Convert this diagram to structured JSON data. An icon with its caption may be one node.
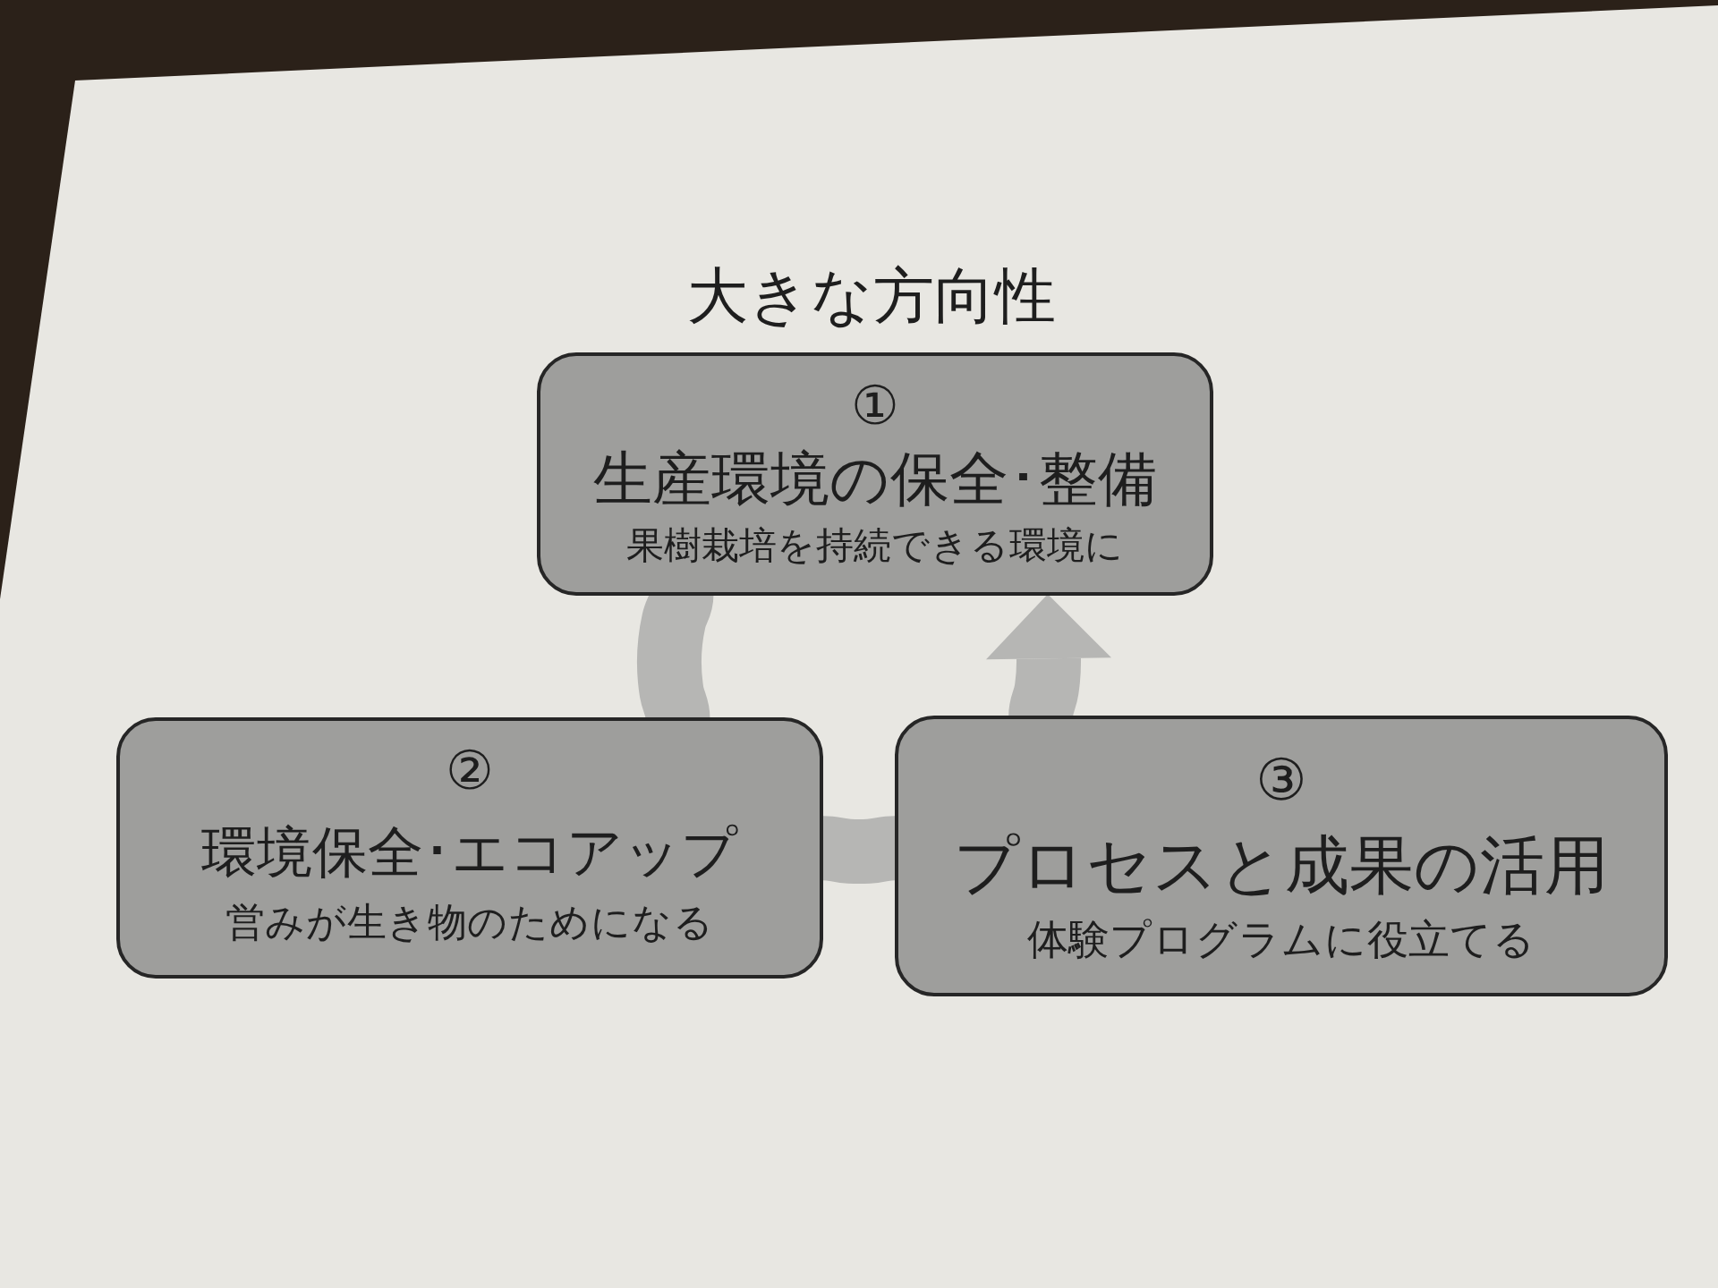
{
  "diagram": {
    "title": "大きな方向性",
    "nodes": [
      {
        "text": [
          "①",
          "生産環境の保全･整備",
          "果樹栽培を持続できる環境に"
        ]
      },
      {
        "text": [
          "②",
          "環境保全･エコアップ",
          "営みが生き物のためになる"
        ]
      },
      {
        "text": [
          "③",
          "プロセスと成果の活用",
          "体験プログラムに役立てる"
        ]
      }
    ],
    "edges": [
      {
        "from": 0,
        "to": 1,
        "arrow": "none"
      },
      {
        "from": 1,
        "to": 2,
        "arrow": "none"
      },
      {
        "from": 2,
        "to": 0,
        "arrow": "to"
      }
    ]
  }
}
